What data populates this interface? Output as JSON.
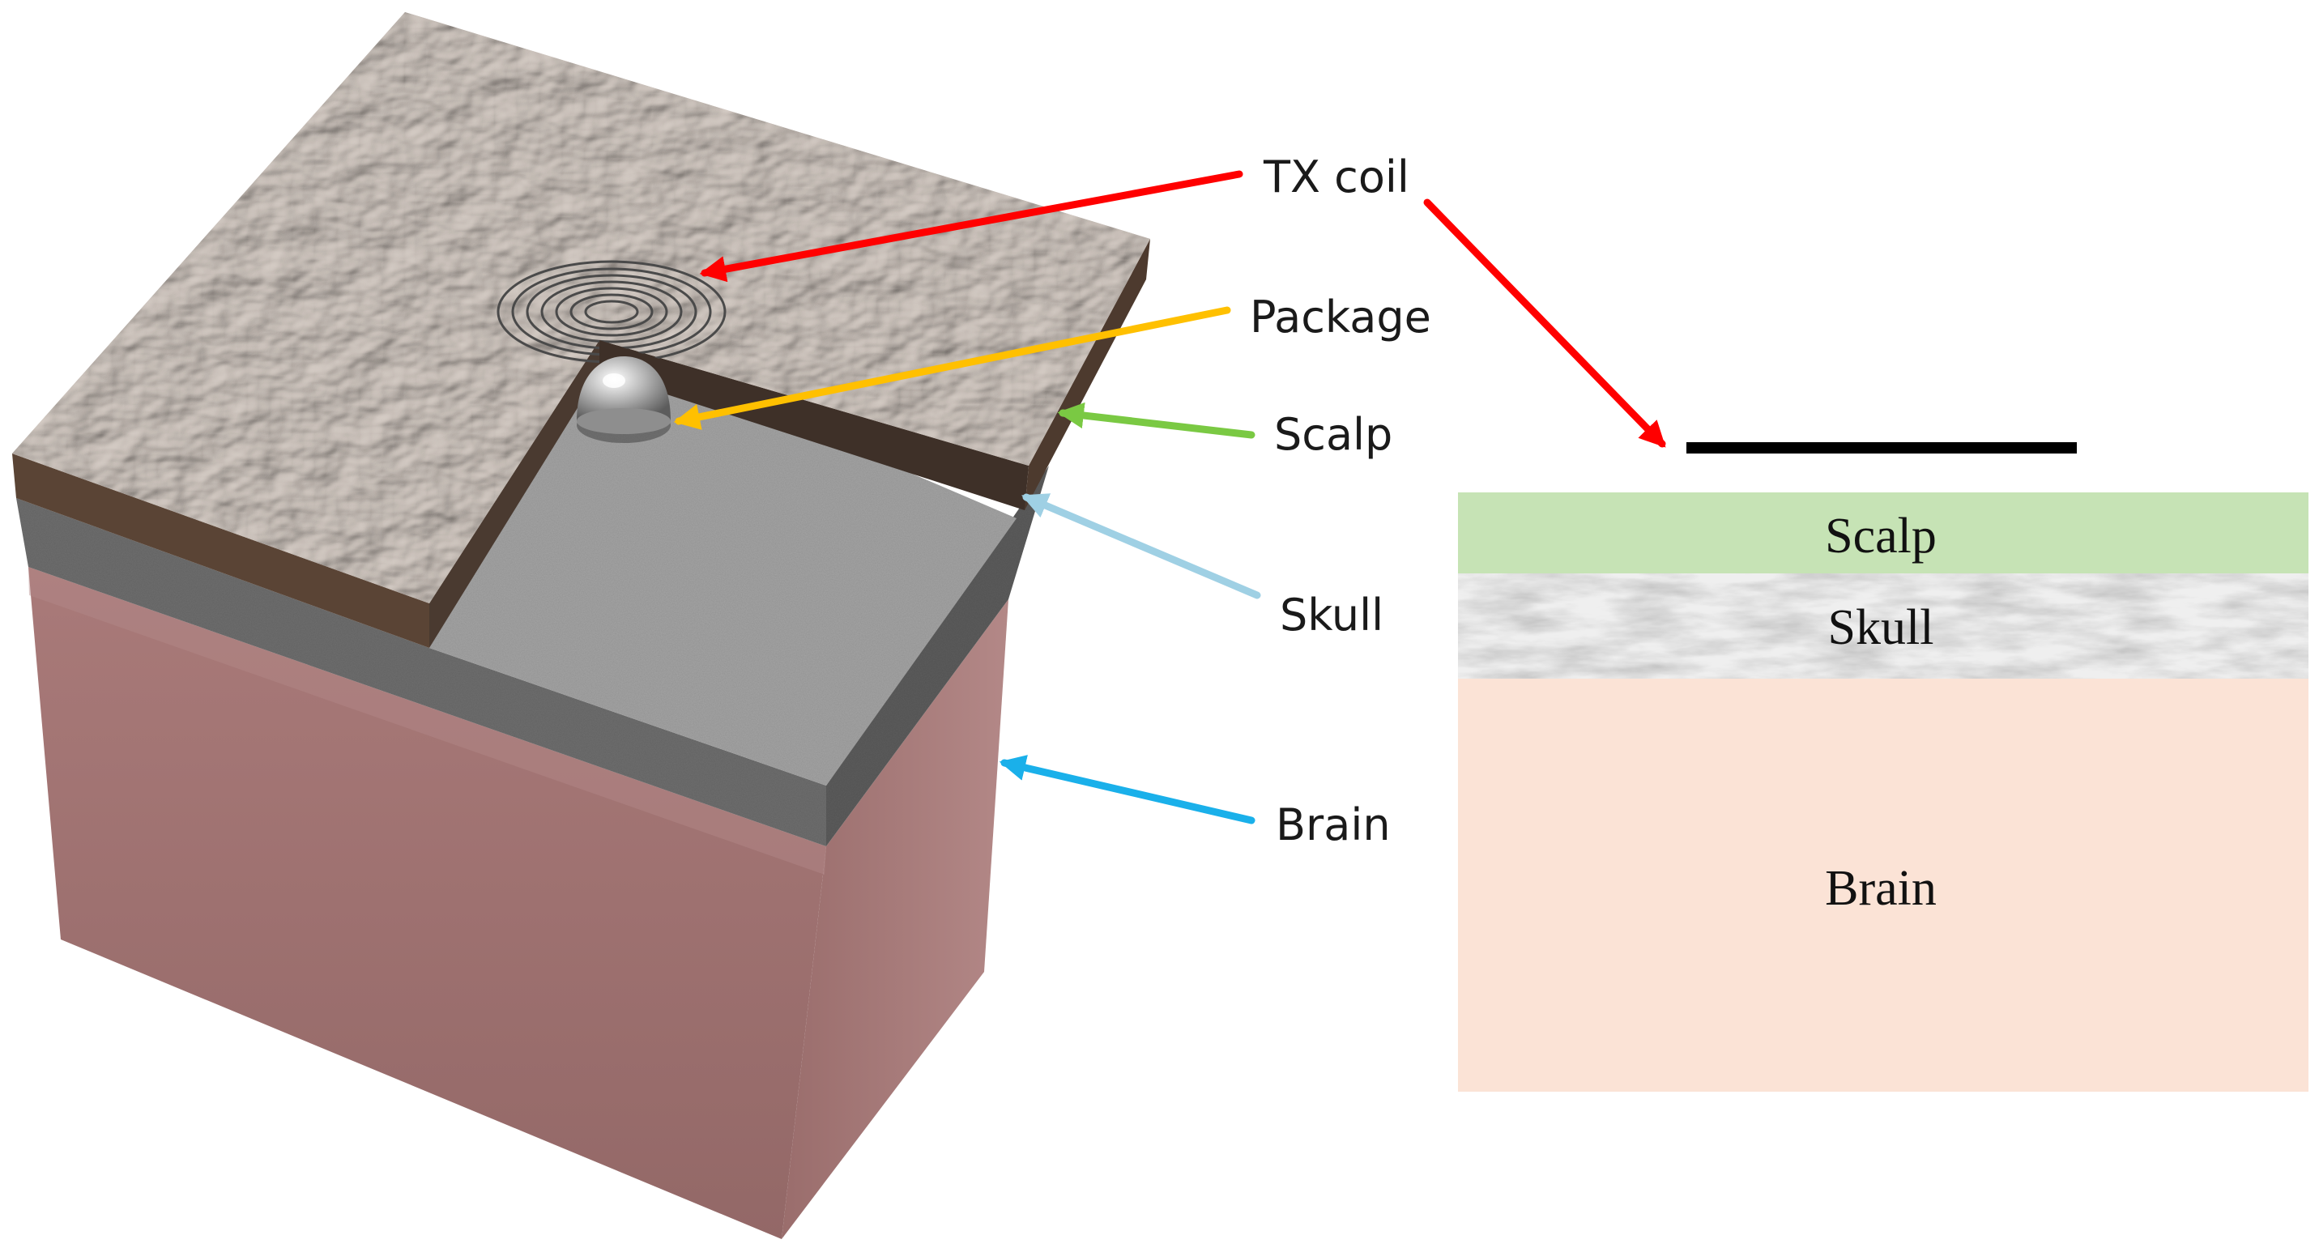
{
  "callouts": {
    "tx_coil": "TX coil",
    "package": "Package",
    "scalp": "Scalp",
    "skull": "Skull",
    "brain": "Brain"
  },
  "layers": {
    "scalp": "Scalp",
    "skull": "Skull",
    "brain": "Brain"
  },
  "colors": {
    "tx_coil_arrow": "#ff0000",
    "package_arrow": "#ffc000",
    "scalp_arrow": "#7ac943",
    "skull_arrow": "#9fd0e4",
    "brain_arrow": "#1ab0ea",
    "scalp_layer": "#c6e3b5",
    "skull_layer": "#d9d9d9",
    "brain_layer": "#fbe3d6",
    "coil_line": "#000000"
  }
}
